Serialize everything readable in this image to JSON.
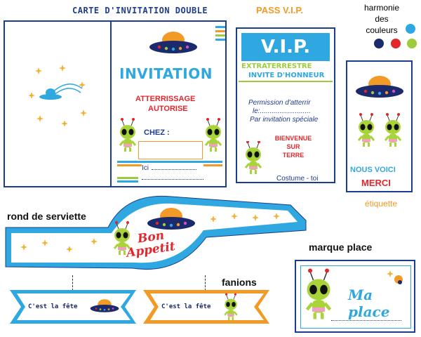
{
  "titles": {
    "invitation_card": "CARTE D'INVITATION DOUBLE",
    "pass_vip": "PASS V.I.P.",
    "harmony": [
      "harmonie",
      "des",
      "couleurs"
    ],
    "napkin_ring": "rond de serviette",
    "place_card": "marque place",
    "pennants": "fanions",
    "tag": "étiquette"
  },
  "invitation": {
    "heading": "INVITATION",
    "line1": "ATTERRISSAGE",
    "line2": "AUTORISE",
    "chez": "CHEZ :",
    "ici": "Ici"
  },
  "vip": {
    "badge": "V.I.P.",
    "line1": "EXTRATERRESTRE",
    "line2": "INVITE D'HONNEUR",
    "permission": "Permission d'atterrir",
    "le": "le:..........................",
    "special": "Par invitation spéciale",
    "welcome": [
      "BIENVENUE",
      "SUR",
      "TERRE"
    ],
    "costume": "Costume - toi"
  },
  "tag": {
    "line1": "NOUS VOICI",
    "line2": "MERCI"
  },
  "napkin": {
    "text1": "Bon",
    "text2": "Appetit"
  },
  "pennant": {
    "text": "C'est la fête"
  },
  "place": {
    "text": "Ma place"
  },
  "colors": {
    "navy": "#1a2a6c",
    "blue": "#2fa8e1",
    "red": "#e3262b",
    "green": "#9ccc3c",
    "orange": "#f29a26"
  }
}
